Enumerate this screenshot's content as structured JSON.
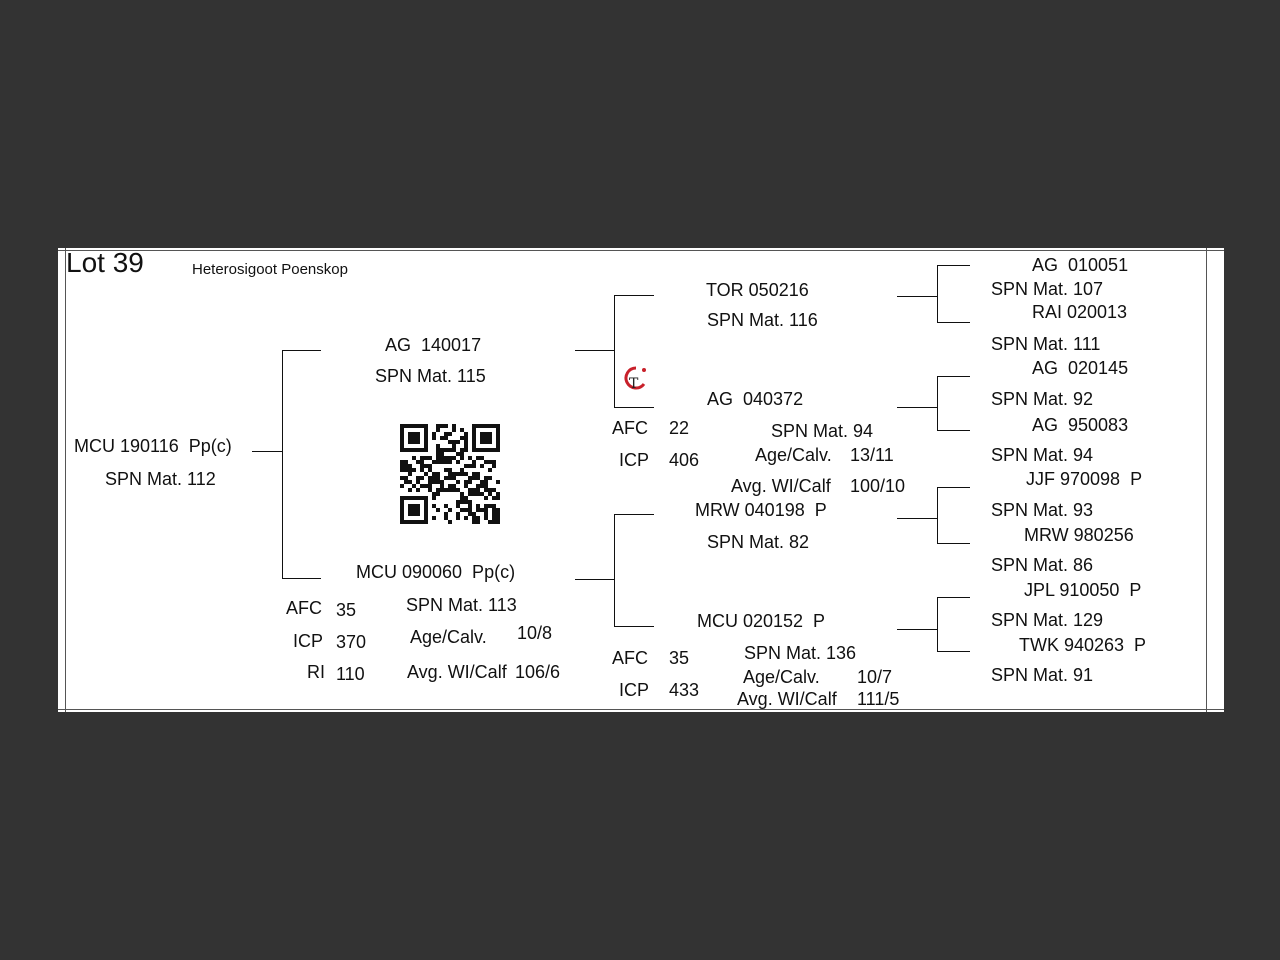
{
  "lot_label": "Lot 39",
  "breed": "Heterosigoot Poenskop",
  "subject": {
    "id": "MCU 190116  Pp(c)",
    "spn": "SPN Mat. 112"
  },
  "sire": {
    "id": "AG  140017",
    "spn": "SPN Mat. 115"
  },
  "dam": {
    "id": "MCU 090060  Pp(c)",
    "spn": "SPN Mat. 113",
    "afc_label": "AFC",
    "afc": "35",
    "icp_label": "ICP",
    "icp": "370",
    "ri_label": "RI",
    "ri": "110",
    "age_label": "Age/Calv.",
    "age": "10/8",
    "avg_label": "Avg. WI/Calf",
    "avg": "106/6"
  },
  "gp": {
    "ss": {
      "id": "TOR 050216",
      "spn": "SPN Mat. 116"
    },
    "sd": {
      "id": "AG  040372",
      "spn": "SPN Mat. 94",
      "afc_label": "AFC",
      "afc": "22",
      "icp_label": "ICP",
      "icp": "406",
      "age_label": "Age/Calv.",
      "age": "13/11",
      "avg_label": "Avg. WI/Calf",
      "avg": "100/10"
    },
    "ds": {
      "id": "MRW 040198  P",
      "spn": "SPN Mat. 82"
    },
    "dd": {
      "id": "MCU 020152  P",
      "spn": "SPN Mat. 136",
      "afc_label": "AFC",
      "afc": "35",
      "icp_label": "ICP",
      "icp": "433",
      "age_label": "Age/Calv.",
      "age": "10/7",
      "avg_label": "Avg. WI/Calf",
      "avg": "111/5"
    }
  },
  "ggp": [
    {
      "id": "AG  010051",
      "spn": "SPN Mat. 107"
    },
    {
      "id": "RAI 020013",
      "spn": "SPN Mat. 111"
    },
    {
      "id": "AG  020145",
      "spn": "SPN Mat. 92"
    },
    {
      "id": "AG  950083",
      "spn": "SPN Mat. 94"
    },
    {
      "id": "JJF 970098  P",
      "spn": "SPN Mat. 93"
    },
    {
      "id": "MRW 980256",
      "spn": "SPN Mat. 86"
    },
    {
      "id": "JPL 910050  P",
      "spn": "SPN Mat. 129"
    },
    {
      "id": "TWK 940263  P",
      "spn": "SPN Mat. 91"
    }
  ],
  "icons": {
    "qr": "qr-code-icon",
    "logo": "gt-logo-icon"
  }
}
